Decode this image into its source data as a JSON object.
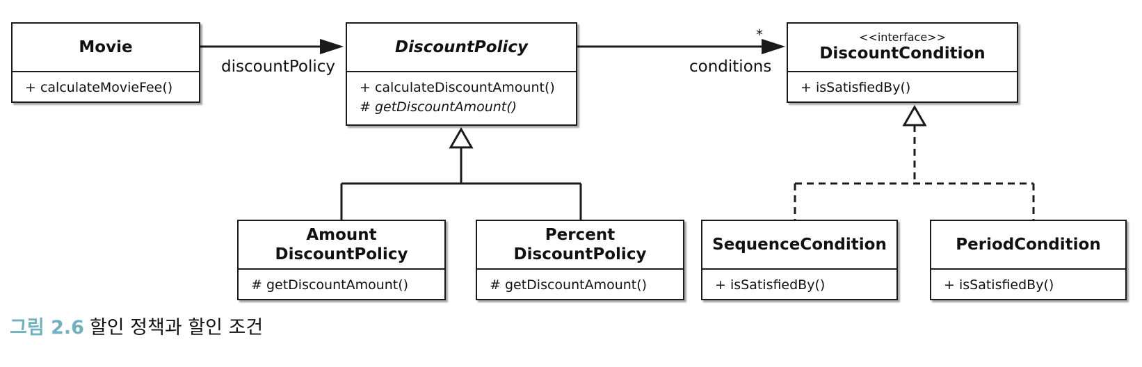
{
  "classes": {
    "movie": {
      "name": "Movie",
      "ops": [
        "+ calculateMovieFee()"
      ]
    },
    "discount_policy": {
      "name": "DiscountPolicy",
      "ops": [
        "+ calculateDiscountAmount()",
        "# getDiscountAmount()"
      ]
    },
    "discount_condition": {
      "stereotype": "<<interface>>",
      "name": "DiscountCondition",
      "ops": [
        "+ isSatisfiedBy()"
      ]
    },
    "amount_policy": {
      "name": "Amount\nDiscountPolicy",
      "ops": [
        "# getDiscountAmount()"
      ]
    },
    "percent_policy": {
      "name": "Percent\nDiscountPolicy",
      "ops": [
        "# getDiscountAmount()"
      ]
    },
    "sequence_condition": {
      "name": "SequenceCondition",
      "ops": [
        "+ isSatisfiedBy()"
      ]
    },
    "period_condition": {
      "name": "PeriodCondition",
      "ops": [
        "+ isSatisfiedBy()"
      ]
    }
  },
  "associations": {
    "discount_policy_role": "discountPolicy",
    "conditions_role": "conditions",
    "conditions_multiplicity": "*"
  },
  "caption": {
    "number": "그림 2.6",
    "text": "할인 정책과 할인 조건"
  },
  "colors": {
    "line": "#1a1a1a",
    "caption_number": "#6fb1c0"
  }
}
